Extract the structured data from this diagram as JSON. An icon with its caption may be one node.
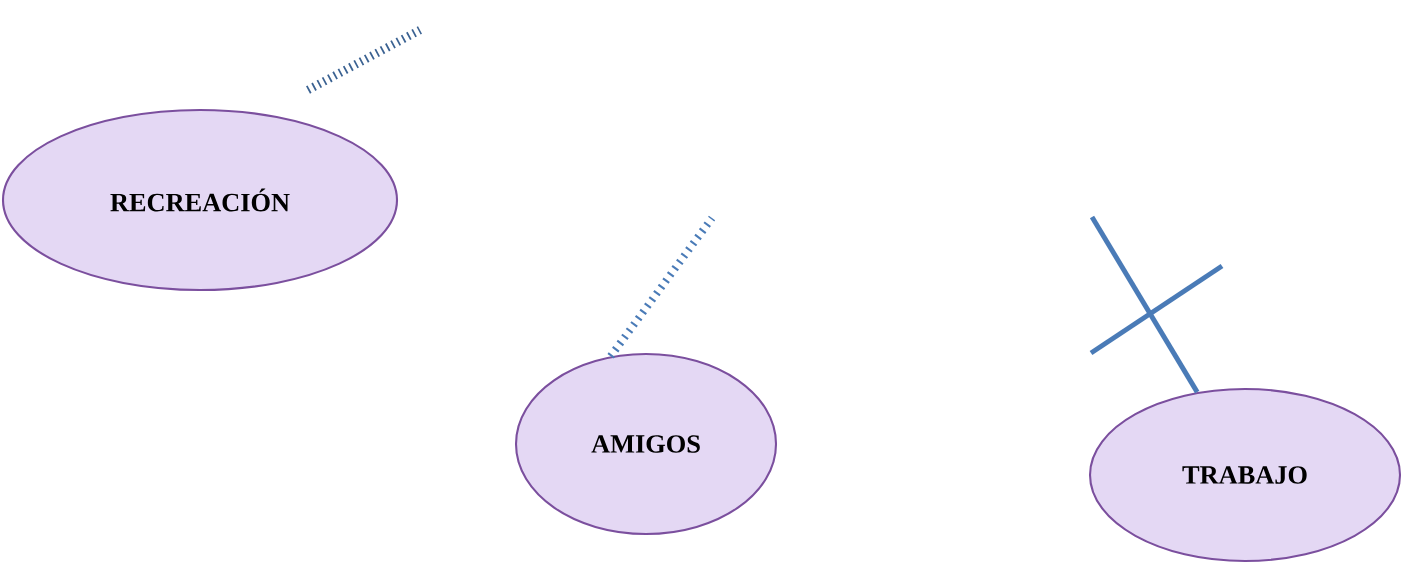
{
  "diagram": {
    "nodes": [
      {
        "text": [
          "RECREACIÓN"
        ]
      },
      {
        "text": [
          "AMIGOS"
        ]
      },
      {
        "text": [
          "TRABAJO"
        ]
      }
    ],
    "edges": [
      {
        "from": 1,
        "to": null,
        "arrow": "none",
        "style": "dashed"
      },
      {
        "from": 2,
        "to": null,
        "arrow": "none"
      }
    ]
  }
}
